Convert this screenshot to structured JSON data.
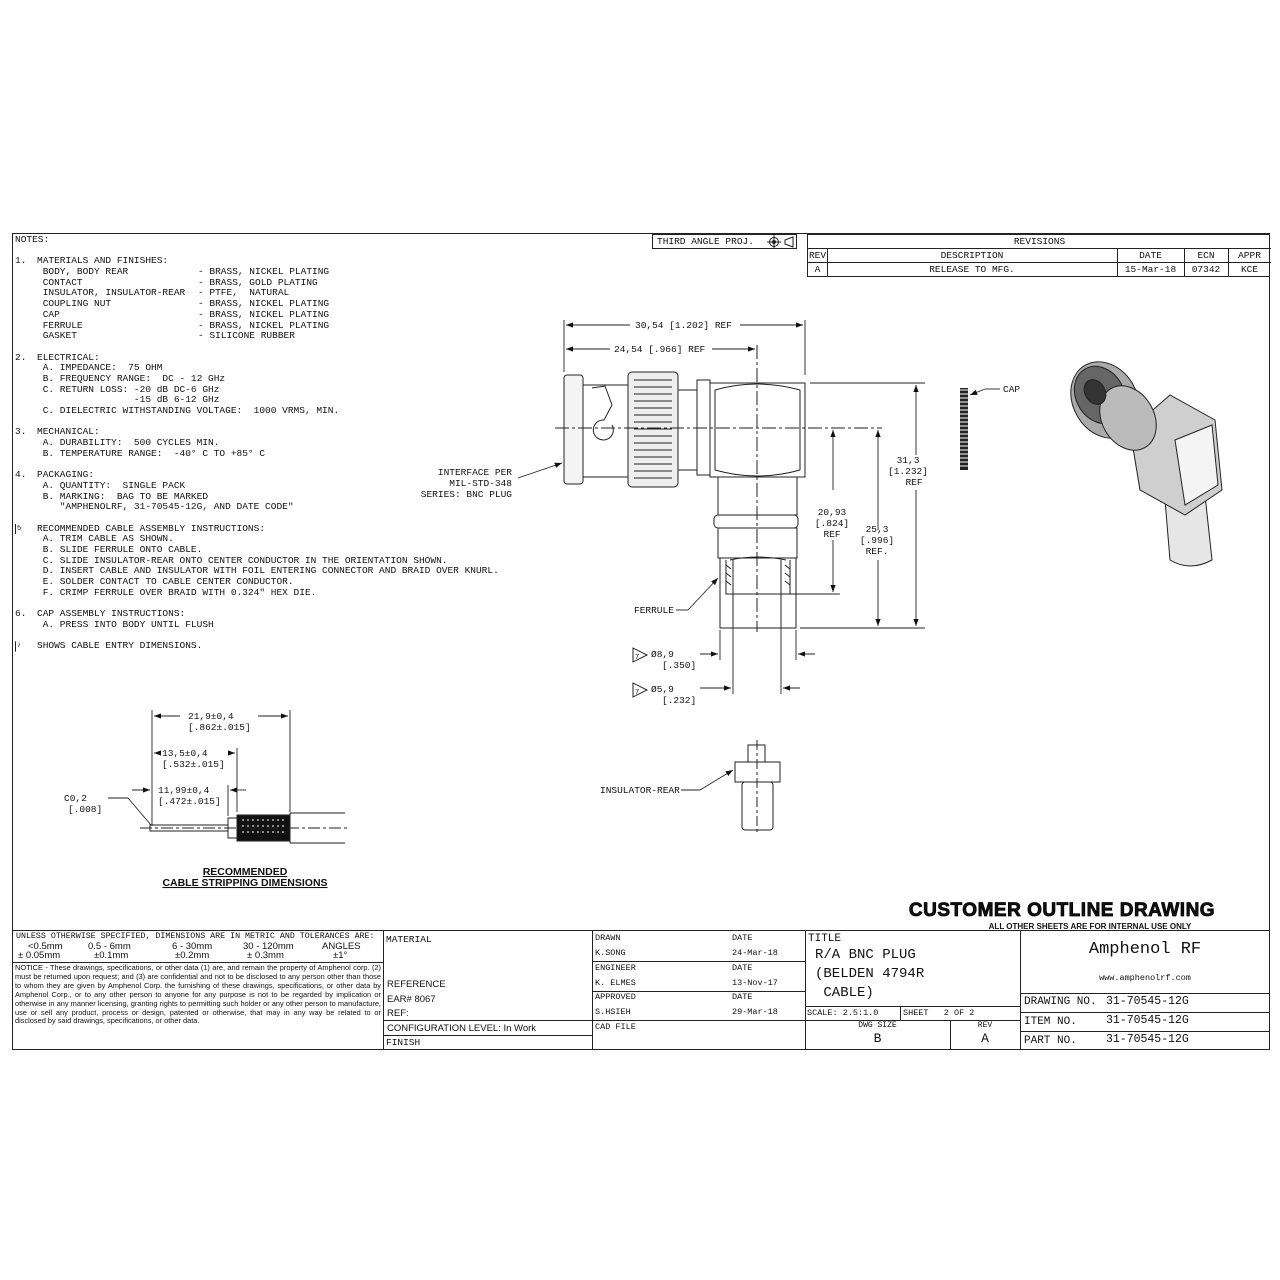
{
  "notes": {
    "title": "NOTES:",
    "lines": [
      {
        "num": "",
        "text": ""
      },
      {
        "num": "1.",
        "text": "MATERIALS AND FINISHES:"
      },
      {
        "num": "",
        "text": " BODY, BODY REAR",
        "value": "- BRASS, NICKEL PLATING"
      },
      {
        "num": "",
        "text": " CONTACT",
        "value": "- BRASS, GOLD PLATING"
      },
      {
        "num": "",
        "text": " INSULATOR, INSULATOR-REAR",
        "value": "- PTFE,  NATURAL"
      },
      {
        "num": "",
        "text": " COUPLING NUT",
        "value": "- BRASS, NICKEL PLATING"
      },
      {
        "num": "",
        "text": " CAP",
        "value": "- BRASS, NICKEL PLATING"
      },
      {
        "num": "",
        "text": " FERRULE",
        "value": "- BRASS, NICKEL PLATING"
      },
      {
        "num": "",
        "text": " GASKET",
        "value": "- SILICONE RUBBER"
      },
      {
        "num": "",
        "text": ""
      },
      {
        "num": "2.",
        "text": "ELECTRICAL:"
      },
      {
        "num": "",
        "text": " A. IMPEDANCE:  75 OHM"
      },
      {
        "num": "",
        "text": " B. FREQUENCY RANGE:  DC - 12 GHz"
      },
      {
        "num": "",
        "text": " C. RETURN LOSS: -20 dB DC-6 GHz"
      },
      {
        "num": "",
        "text": "                 -15 dB 6-12 GHz"
      },
      {
        "num": "",
        "text": " C. DIELECTRIC WITHSTANDING VOLTAGE:  1000 VRMS, MIN."
      },
      {
        "num": "",
        "text": ""
      },
      {
        "num": "3.",
        "text": "MECHANICAL:"
      },
      {
        "num": "",
        "text": " A. DURABILITY:  500 CYCLES MIN."
      },
      {
        "num": "",
        "text": " B. TEMPERATURE RANGE:  -40° C TO +85° C"
      },
      {
        "num": "",
        "text": ""
      },
      {
        "num": "4.",
        "text": "PACKAGING:"
      },
      {
        "num": "",
        "text": " A. QUANTITY:  SINGLE PACK"
      },
      {
        "num": "",
        "text": " B. MARKING:  BAG TO BE MARKED"
      },
      {
        "num": "",
        "text": "    \"AMPHENOLRF, 31-70545-12G, AND DATE CODE\""
      },
      {
        "num": "",
        "text": ""
      },
      {
        "num": "5",
        "flag": true,
        "text": "RECOMMENDED CABLE ASSEMBLY INSTRUCTIONS:"
      },
      {
        "num": "",
        "text": " A. TRIM CABLE AS SHOWN."
      },
      {
        "num": "",
        "text": " B. SLIDE FERRULE ONTO CABLE."
      },
      {
        "num": "",
        "text": " C. SLIDE INSULATOR-REAR ONTO CENTER CONDUCTOR IN THE ORIENTATION SHOWN."
      },
      {
        "num": "",
        "text": " D. INSERT CABLE AND INSULATOR WITH FOIL ENTERING CONNECTOR AND BRAID OVER KNURL."
      },
      {
        "num": "",
        "text": " E. SOLDER CONTACT TO CABLE CENTER CONDUCTOR."
      },
      {
        "num": "",
        "text": " F. CRIMP FERRULE OVER BRAID WITH 0.324\" HEX DIE."
      },
      {
        "num": "",
        "text": ""
      },
      {
        "num": "6.",
        "text": "CAP ASSEMBLY INSTRUCTIONS:"
      },
      {
        "num": "",
        "text": " A. PRESS INTO BODY UNTIL FLUSH"
      },
      {
        "num": "",
        "text": ""
      },
      {
        "num": "7",
        "flag": true,
        "text": "SHOWS CABLE ENTRY DIMENSIONS."
      }
    ]
  },
  "projection": "THIRD ANGLE PROJ.",
  "revisions": {
    "title": "REVISIONS",
    "headers": [
      "REV",
      "DESCRIPTION",
      "DATE",
      "ECN",
      "APPR"
    ],
    "rows": [
      [
        "A",
        "RELEASE TO MFG.",
        "15-Mar-18",
        "07342",
        "KCE"
      ]
    ]
  },
  "main_view": {
    "dim_overall": "30,54 [1.202] REF",
    "dim_center": "24,54 [.966] REF",
    "interface": [
      "INTERFACE PER",
      "MIL-STD-348",
      "SERIES: BNC PLUG"
    ],
    "dim_height": [
      "31,3",
      "[1.232]",
      "REF"
    ],
    "dim_2093": [
      "20,93",
      "[.824]",
      "REF"
    ],
    "dim_253": [
      "25,3",
      "[.996]",
      "REF."
    ],
    "ferrule": "FERRULE",
    "dia_outer": [
      "Ø8,9",
      "[.350]"
    ],
    "dia_inner": [
      "Ø5,9",
      "[.232]"
    ],
    "flag": "7",
    "cap": "CAP",
    "insulator": "INSULATOR-REAR"
  },
  "strip": {
    "d1": [
      "21,9±0,4",
      "[.862±.015]"
    ],
    "d2": [
      "13,5±0,4",
      "[.532±.015]"
    ],
    "d3": [
      "11,99±0,4",
      "[.472±.015]"
    ],
    "chamfer": [
      "C0,2",
      "[.008]"
    ],
    "caption1": "RECOMMENDED",
    "caption2": "CABLE STRIPPING DIMENSIONS"
  },
  "banner": {
    "title": "CUSTOMER OUTLINE DRAWING",
    "subtitle": "ALL OTHER SHEETS ARE FOR INTERNAL USE ONLY"
  },
  "tolerances": {
    "heading": "UNLESS OTHERWISE SPECIFIED, DIMENSIONS ARE IN METRIC AND TOLERANCES ARE:",
    "ranges": [
      "<0.5mm",
      "0.5 - 6mm",
      "6 - 30mm",
      "30 - 120mm",
      "ANGLES"
    ],
    "values": [
      "± 0.05mm",
      "±0.1mm",
      "±0.2mm",
      "± 0.3mm",
      "±1°"
    ]
  },
  "notice": "NOTICE - These drawings, specifications, or other data (1) are, and remain the property of Amphenol corp.  (2) must be returned upon request; and (3) are confidential and not to be disclosed to any person other than those to whom they are given by Amphenol Corp.  the furnishing of these drawings, specifications, or other data by Amphenol Corp., or to any other person to anyone for any purpose is not to be regarded by implication or otherwise in any manner licensing, granting rights to permitting such holder or any other person to manufacture, use or sell any product, process or design, patented or otherwise, that may in any way be related to or disclosed by said drawings, specifications, or other data.",
  "material": {
    "label": "MATERIAL",
    "reference": "REFERENCE",
    "ear": "EAR# 8067",
    "ref": "REF:",
    "config": "CONFIGURATION LEVEL: In Work",
    "finish": "FINISH"
  },
  "signoff": {
    "drawn_label": "DRAWN",
    "drawn_by": "K.SONG",
    "drawn_date": "24-Mar-18",
    "engineer_label": "ENGINEER",
    "engineer": "K. ELMES",
    "engineer_date": "13-Nov-17",
    "approved_label": "APPROVED",
    "approved_by": "S.HSIEH",
    "approved_date": "29-Mar-18",
    "date_label": "DATE",
    "cad_file": "CAD FILE"
  },
  "title_block": {
    "label": "TITLE",
    "line1": "R/A BNC PLUG",
    "line2": "(BELDEN 4794R",
    "line3": " CABLE)",
    "scale": "SCALE: 2.5:1.0",
    "sheet": "SHEET   2 OF 2",
    "dwg_size_label": "DWG SIZE",
    "dwg_size": "B",
    "rev_label": "REV",
    "rev": "A"
  },
  "company": {
    "name": "Amphenol RF",
    "url": "www.amphenolrf.com",
    "drawing_no_label": "DRAWING NO.",
    "drawing_no": "31-70545-12G",
    "item_no_label": "ITEM NO.",
    "item_no": "31-70545-12G",
    "part_no_label": "PART NO.",
    "part_no": "31-70545-12G"
  }
}
